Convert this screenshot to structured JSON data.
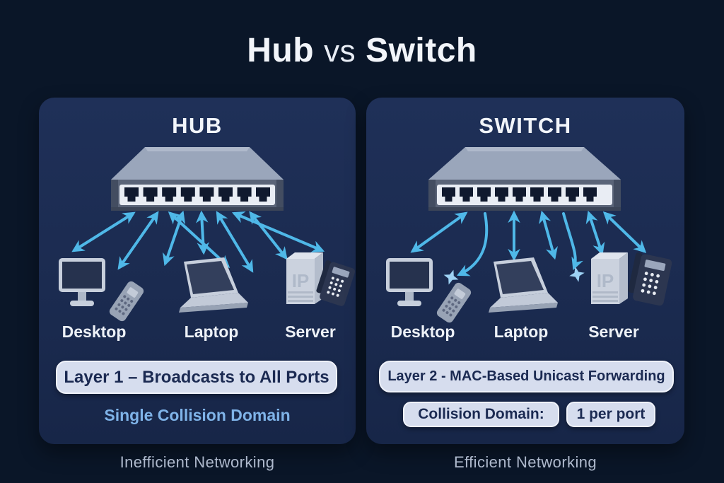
{
  "title": {
    "word1": "Hub",
    "separator": "vs",
    "word2": "Switch"
  },
  "panels": [
    {
      "heading": "HUB",
      "device_labels": [
        "Desktop",
        "Laptop",
        "Server"
      ],
      "badge": "Layer 1 – Broadcasts to All Ports",
      "subtext": "Single Collision Domain",
      "caption": "Inefficient Networking",
      "server_watermark": "IP"
    },
    {
      "heading": "SWITCH",
      "device_labels": [
        "Desktop",
        "Laptop",
        "Server"
      ],
      "badge": "Layer 2 - MAC-Based Unicast Forwarding",
      "collision_label": "Collision Domain:",
      "collision_value": "1 per port",
      "caption": "Efficient Networking",
      "server_watermark": "IP"
    }
  ],
  "icons": {
    "hub_device": "network-hub-icon",
    "switch_device": "network-switch-icon",
    "desktop": "desktop-icon",
    "laptop": "laptop-icon",
    "server": "server-icon",
    "ip_phone": "ip-phone-icon",
    "broadcast_arrow": "double-headed-arrow-icon",
    "collision_star": "star-burst-icon"
  },
  "colors": {
    "page_bg": "#0A1628",
    "panel_bg": "#1B2B50",
    "arrow": "#4FB8E8",
    "pill_bg": "#D6DDEE",
    "pill_text": "#1B2A52",
    "subtext_blue": "#7FB3E8",
    "caption_gray": "#AEB9CC",
    "heading_white": "#F2F5FA"
  }
}
